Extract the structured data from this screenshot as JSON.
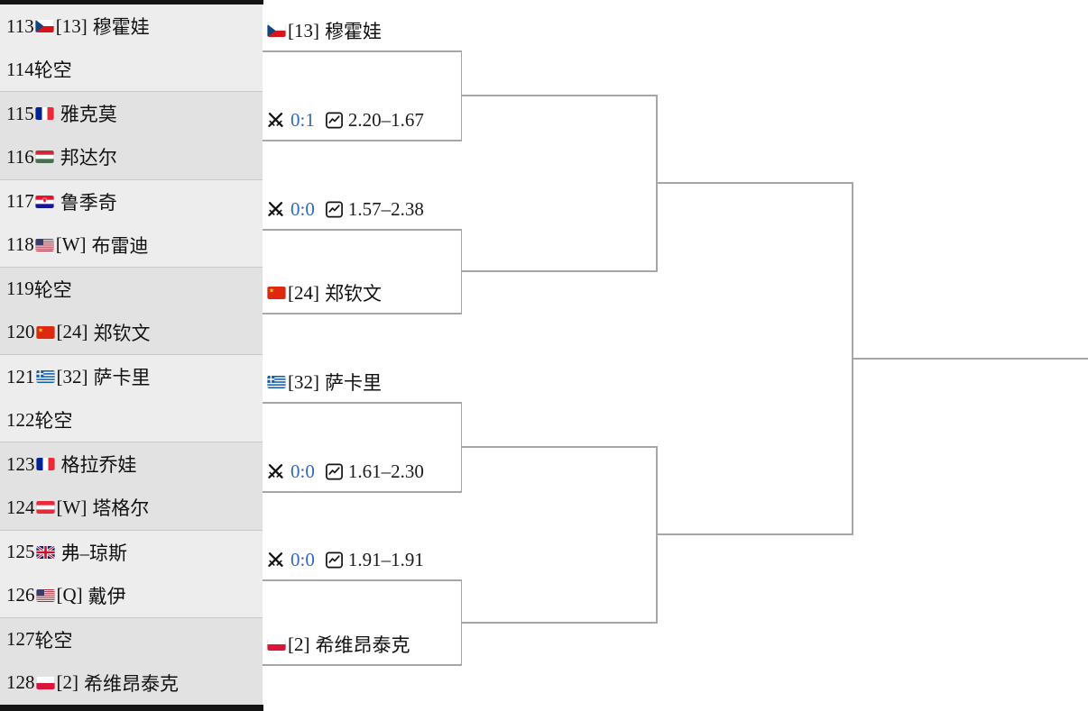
{
  "colors": {
    "link": "#3366cc",
    "line": "#a6a6a6",
    "row_a": "#ededed",
    "row_b": "#e2e2e2",
    "bar": "#151515",
    "text": "#111111"
  },
  "icons": {
    "versus": "crossed-swords-icon",
    "odds_chart": "trend-chart-icon"
  },
  "first_round": [
    {
      "num": "113",
      "flag": "czech-republic",
      "seed": "[13]",
      "name": "穆霍娃"
    },
    {
      "num": "114",
      "flag": "",
      "seed": "",
      "name": "轮空"
    },
    {
      "num": "115",
      "flag": "france",
      "seed": "",
      "name": "雅克莫"
    },
    {
      "num": "116",
      "flag": "hungary",
      "seed": "",
      "name": "邦达尔"
    },
    {
      "num": "117",
      "flag": "croatia",
      "seed": "",
      "name": "鲁季奇"
    },
    {
      "num": "118",
      "flag": "usa",
      "seed": "[W]",
      "name": "布雷迪"
    },
    {
      "num": "119",
      "flag": "",
      "seed": "",
      "name": "轮空"
    },
    {
      "num": "120",
      "flag": "china",
      "seed": "[24]",
      "name": "郑钦文"
    },
    {
      "num": "121",
      "flag": "greece",
      "seed": "[32]",
      "name": "萨卡里"
    },
    {
      "num": "122",
      "flag": "",
      "seed": "",
      "name": "轮空"
    },
    {
      "num": "123",
      "flag": "france",
      "seed": "",
      "name": "格拉乔娃"
    },
    {
      "num": "124",
      "flag": "austria",
      "seed": "[W]",
      "name": "塔格尔"
    },
    {
      "num": "125",
      "flag": "uk",
      "seed": "",
      "name": "弗–琼斯"
    },
    {
      "num": "126",
      "flag": "usa",
      "seed": "[Q]",
      "name": "戴伊"
    },
    {
      "num": "127",
      "flag": "",
      "seed": "",
      "name": "轮空"
    },
    {
      "num": "128",
      "flag": "poland",
      "seed": "[2]",
      "name": "希维昂泰克"
    }
  ],
  "second_round": [
    {
      "kind": "player",
      "flag": "czech-republic",
      "seed": "[13]",
      "name": "穆霍娃"
    },
    {
      "kind": "match",
      "score": "0:1",
      "odds": "2.20–1.67"
    },
    {
      "kind": "match",
      "score": "0:0",
      "odds": "1.57–2.38"
    },
    {
      "kind": "player",
      "flag": "china",
      "seed": "[24]",
      "name": "郑钦文"
    },
    {
      "kind": "player",
      "flag": "greece",
      "seed": "[32]",
      "name": "萨卡里"
    },
    {
      "kind": "match",
      "score": "0:0",
      "odds": "1.61–2.30"
    },
    {
      "kind": "match",
      "score": "0:0",
      "odds": "1.91–1.91"
    },
    {
      "kind": "player",
      "flag": "poland",
      "seed": "[2]",
      "name": "希维昂泰克"
    }
  ]
}
